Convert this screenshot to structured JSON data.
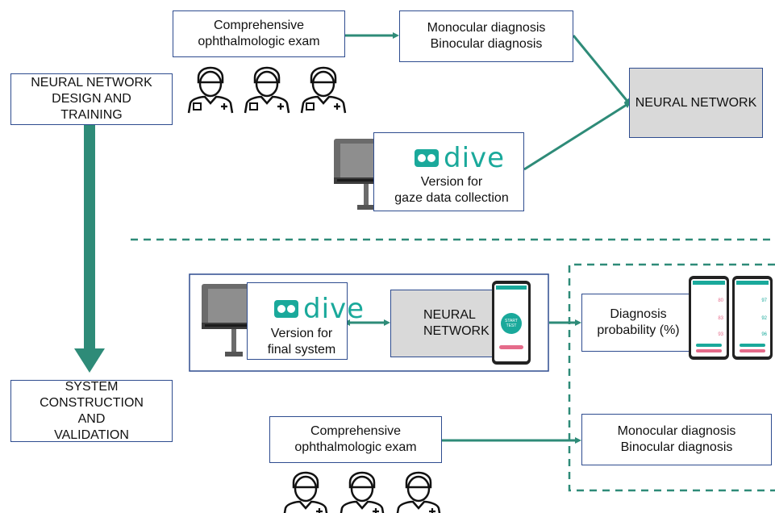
{
  "left": {
    "design_training": "NEURAL NETWORK DESIGN AND TRAINING",
    "system_construction": "SYSTEM CONSTRUCTION AND VALIDATION"
  },
  "top": {
    "exam": "Comprehensive ophthalmologic exam",
    "diagnosis_line1": "Monocular diagnosis",
    "diagnosis_line2": "Binocular diagnosis",
    "neural_network": "NEURAL NETWORK",
    "dive_brand": "dive",
    "dive_caption_line1": "Version for",
    "dive_caption_line2": "gaze data collection"
  },
  "bottom": {
    "dive_brand": "dive",
    "dive_caption_line1": "Version for",
    "dive_caption_line2": "final system",
    "neural_line1": "NEURAL",
    "neural_line2": "NETWORK",
    "probability_line1": "Diagnosis",
    "probability_line2": "probability (%)",
    "exam_line1": "Comprehensive",
    "exam_line2": "ophthalmologic exam",
    "diagnosis_line1": "Monocular diagnosis",
    "diagnosis_line2": "Binocular diagnosis"
  },
  "phones": {
    "start_button": "START TEST",
    "results": [
      "80",
      "83",
      "93",
      "97",
      "92",
      "96"
    ]
  },
  "colors": {
    "box_border": "#2e4c8f",
    "arrow": "#2e8b78",
    "neural_fill": "#d9d9d9",
    "dive": "#1aa99b"
  }
}
